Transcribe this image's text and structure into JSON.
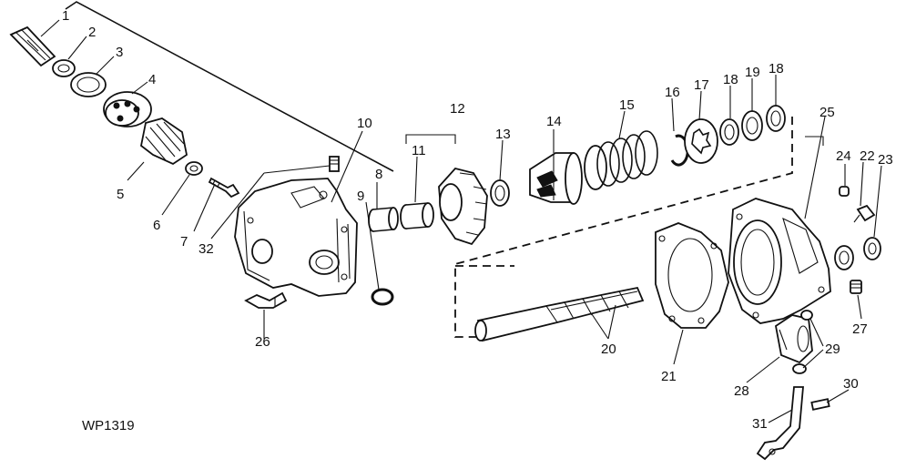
{
  "figure_code": "WP1319",
  "callouts": [
    "1",
    "2",
    "3",
    "4",
    "5",
    "6",
    "7",
    "8",
    "9",
    "10",
    "11",
    "12",
    "13",
    "14",
    "15",
    "16",
    "17",
    "18",
    "18",
    "19",
    "20",
    "21",
    "22",
    "23",
    "24",
    "25",
    "26",
    "27",
    "28",
    "29",
    "30",
    "31",
    "32"
  ]
}
